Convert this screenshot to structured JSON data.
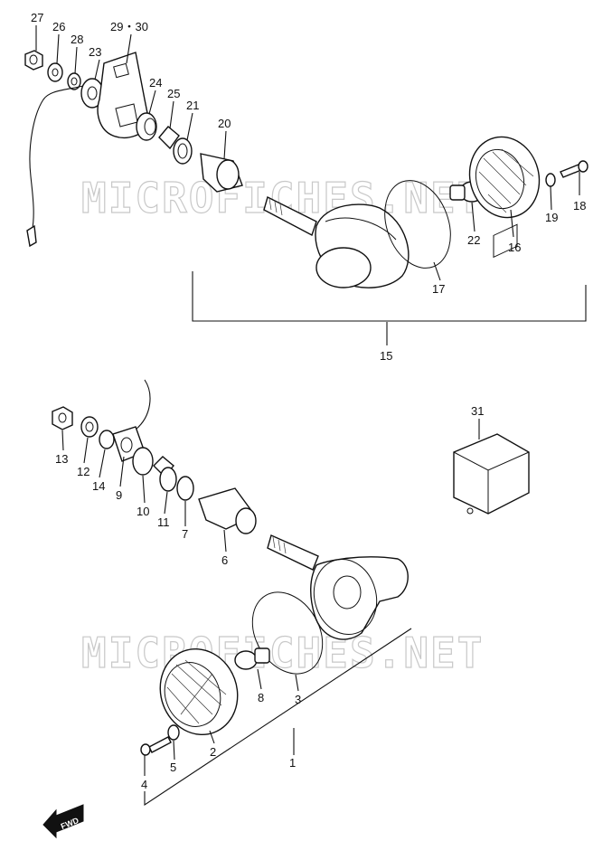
{
  "watermarks": [
    "MICROFICHES.NET",
    "MICROFICHES.NET"
  ],
  "fwd_label": "FWD",
  "callouts": [
    {
      "id": "c27",
      "text": "27"
    },
    {
      "id": "c26",
      "text": "26"
    },
    {
      "id": "c28",
      "text": "28"
    },
    {
      "id": "c23",
      "text": "23"
    },
    {
      "id": "c2930",
      "text": "29・30"
    },
    {
      "id": "c24",
      "text": "24"
    },
    {
      "id": "c25",
      "text": "25"
    },
    {
      "id": "c21",
      "text": "21"
    },
    {
      "id": "c20",
      "text": "20"
    },
    {
      "id": "c18",
      "text": "18"
    },
    {
      "id": "c19",
      "text": "19"
    },
    {
      "id": "c22",
      "text": "22"
    },
    {
      "id": "c16",
      "text": "16"
    },
    {
      "id": "c17",
      "text": "17"
    },
    {
      "id": "c15",
      "text": "15"
    },
    {
      "id": "c31",
      "text": "31"
    },
    {
      "id": "c13",
      "text": "13"
    },
    {
      "id": "c12",
      "text": "12"
    },
    {
      "id": "c14",
      "text": "14"
    },
    {
      "id": "c9",
      "text": "9"
    },
    {
      "id": "c10",
      "text": "10"
    },
    {
      "id": "c11",
      "text": "11"
    },
    {
      "id": "c7",
      "text": "7"
    },
    {
      "id": "c6",
      "text": "6"
    },
    {
      "id": "c8",
      "text": "8"
    },
    {
      "id": "c3",
      "text": "3"
    },
    {
      "id": "c2",
      "text": "2"
    },
    {
      "id": "c1",
      "text": "1"
    },
    {
      "id": "c4",
      "text": "4"
    },
    {
      "id": "c5",
      "text": "5"
    }
  ]
}
